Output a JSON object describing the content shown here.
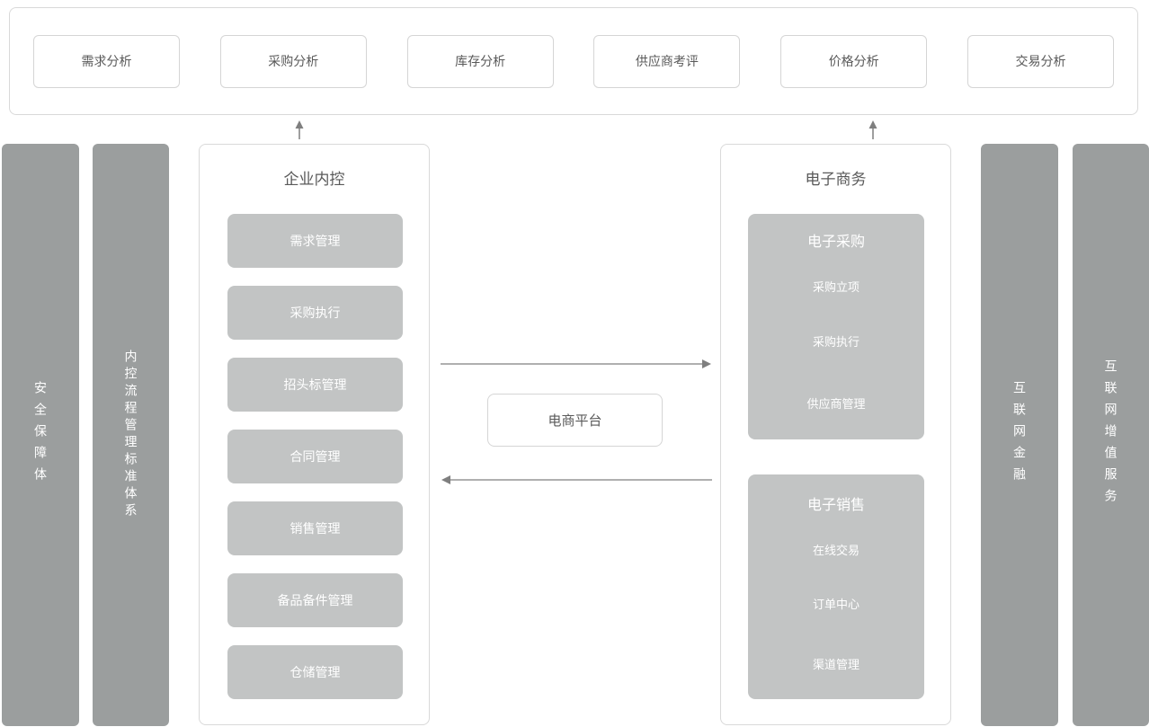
{
  "top_row": {
    "items": [
      {
        "label": "需求分析"
      },
      {
        "label": "采购分析"
      },
      {
        "label": "库存分析"
      },
      {
        "label": "供应商考评"
      },
      {
        "label": "价格分析"
      },
      {
        "label": "交易分析"
      }
    ]
  },
  "side_bars": {
    "left": [
      {
        "label": "安全保障体"
      },
      {
        "label": "内控流程管理标准体系"
      }
    ],
    "right": [
      {
        "label": "互联网金融"
      },
      {
        "label": "互联网增值服务"
      }
    ]
  },
  "internal_control": {
    "title": "企业内控",
    "items": [
      {
        "label": "需求管理"
      },
      {
        "label": "采购执行"
      },
      {
        "label": "招头标管理"
      },
      {
        "label": "合同管理"
      },
      {
        "label": "销售管理"
      },
      {
        "label": "备品备件管理"
      },
      {
        "label": "仓储管理"
      }
    ]
  },
  "ecommerce": {
    "title": "电子商务",
    "groups": [
      {
        "title": "电子采购",
        "items": [
          {
            "label": "采购立项"
          },
          {
            "label": "采购执行"
          },
          {
            "label": "供应商管理"
          }
        ]
      },
      {
        "title": "电子销售",
        "items": [
          {
            "label": "在线交易"
          },
          {
            "label": "订单中心"
          },
          {
            "label": "渠道管理"
          }
        ]
      }
    ]
  },
  "platform": {
    "label": "电商平台"
  },
  "colors": {
    "bar_fill": "#9b9e9e",
    "block_fill": "#c2c4c4",
    "panel_border": "#d9d9d9",
    "text_dark": "#595959",
    "text_light": "#ffffff",
    "arrow": "#7f7f7f"
  }
}
